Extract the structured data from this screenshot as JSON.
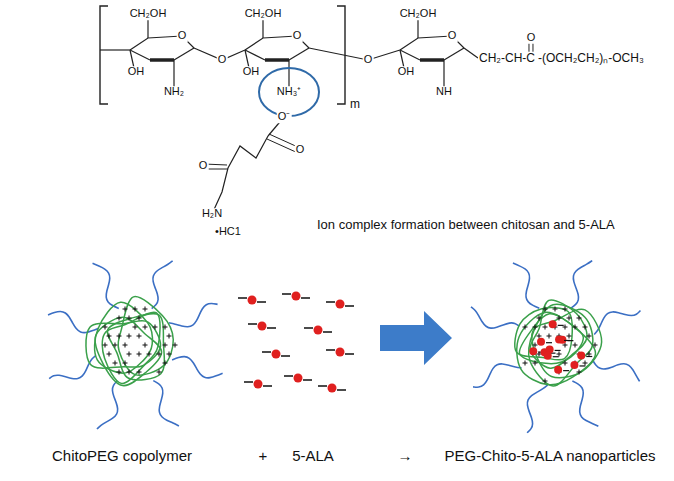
{
  "diagram": {
    "labels": [
      "CH₂OH",
      "O",
      "OH",
      "NH₂",
      "O",
      "CH₂OH",
      "O",
      "OH",
      "NH₃⁺",
      "m",
      "O",
      "CH₂OH",
      "O",
      "OH",
      "NH",
      "CH₂-CH-C",
      "O",
      "-(OCH₂CH₂)ₙ-OCH₃",
      "O⁻",
      "O",
      "O",
      "H₂N",
      "•HC1",
      "Ion complex formation between chitosan and 5-ALA",
      "ChitoPEG copolymer",
      "+",
      "5-ALA",
      "→",
      "PEG-Chito-5-ALA nanoparticles"
    ]
  }
}
